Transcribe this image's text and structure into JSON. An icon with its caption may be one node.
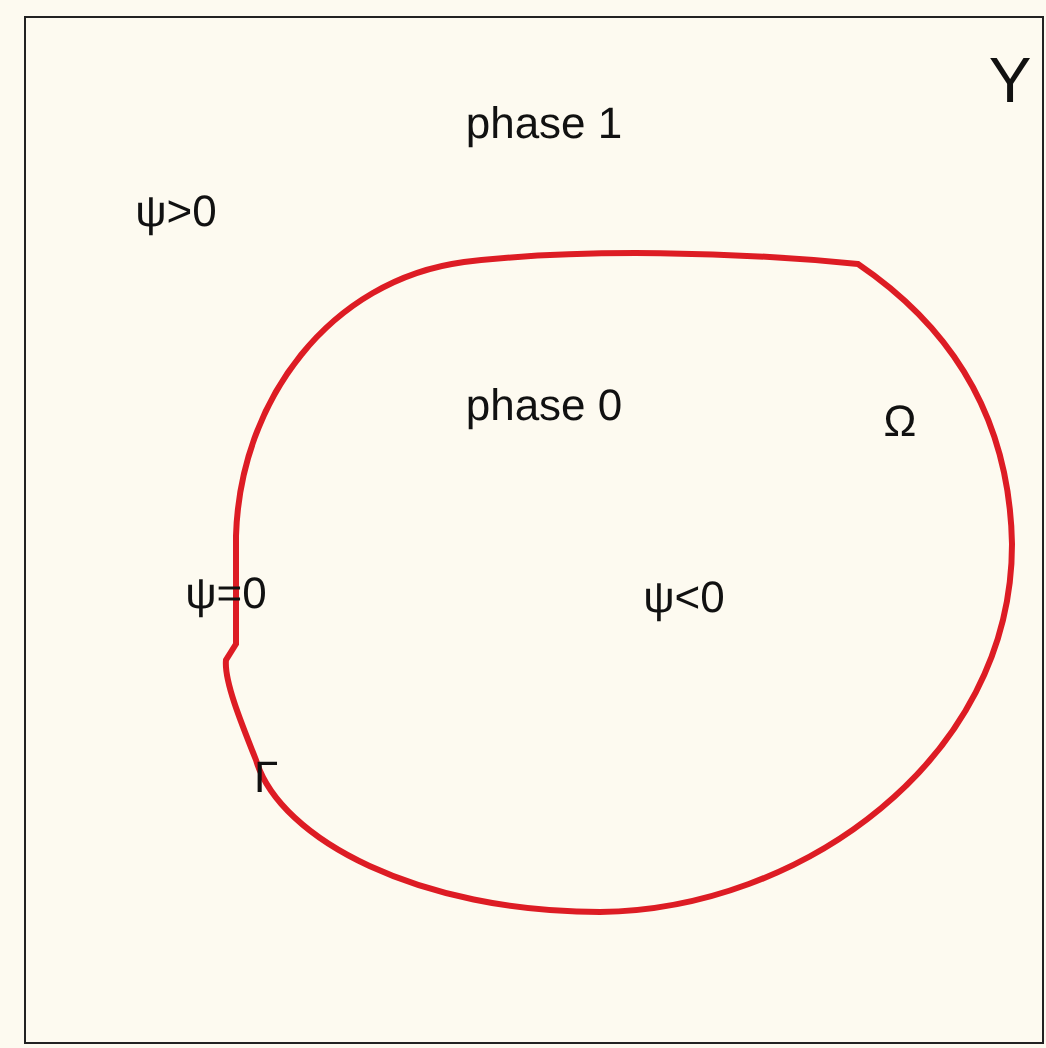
{
  "diagram": {
    "nodes": [
      {
        "text": [
          "Y",
          "phase 1",
          "ψ>0"
        ]
      },
      {
        "text": [
          "phase 0",
          "Ω",
          "ψ<0"
        ],
        "in": 0
      }
    ],
    "labels": [
      "ψ=0",
      "Γ"
    ]
  }
}
